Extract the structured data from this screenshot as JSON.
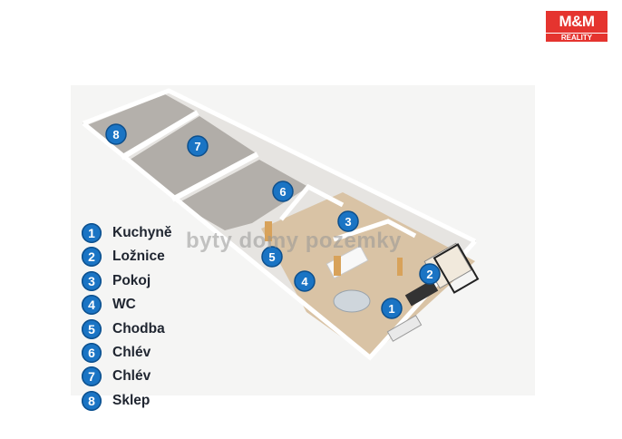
{
  "logo": {
    "text": "M&M",
    "subtext": "REALITY",
    "color": "#e5342f"
  },
  "watermark": "byty domy pozemky",
  "badge_color": "#1a74c4",
  "legend": [
    {
      "num": "1",
      "label": "Kuchyně"
    },
    {
      "num": "2",
      "label": "Ložnice"
    },
    {
      "num": "3",
      "label": "Pokoj"
    },
    {
      "num": "4",
      "label": "WC"
    },
    {
      "num": "5",
      "label": "Chodba"
    },
    {
      "num": "6",
      "label": "Chlév"
    },
    {
      "num": "7",
      "label": "Chlév"
    },
    {
      "num": "8",
      "label": "Sklep"
    }
  ],
  "plan_markers": [
    "1",
    "2",
    "3",
    "4",
    "5",
    "6",
    "7",
    "8"
  ]
}
